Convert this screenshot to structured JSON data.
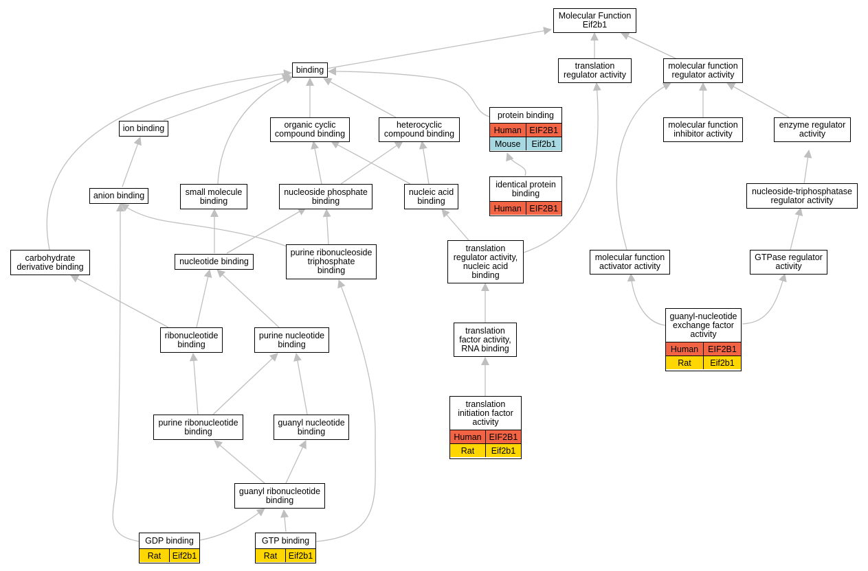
{
  "colors": {
    "edge": "#bfbfbf",
    "Human": "#f26444",
    "Mouse": "#a6d9e2",
    "Rat": "#ffd700"
  },
  "nodes": {
    "molecular_function": {
      "title": "Molecular Function\nEif2b1"
    },
    "binding": {
      "title": "binding"
    },
    "translation_regulator_activity": {
      "title": "translation\nregulator activity"
    },
    "mf_regulator_activity": {
      "title": "molecular function\nregulator activity"
    },
    "protein_binding": {
      "title": "protein binding",
      "rows": [
        {
          "species": "Human",
          "gene": "EIF2B1"
        },
        {
          "species": "Mouse",
          "gene": "Eif2b1"
        }
      ]
    },
    "ion_binding": {
      "title": "ion binding"
    },
    "organic_cyclic": {
      "title": "organic cyclic\ncompound binding"
    },
    "heterocyclic": {
      "title": "heterocyclic\ncompound binding"
    },
    "mf_inhibitor": {
      "title": "molecular function\ninhibitor activity"
    },
    "enzyme_regulator": {
      "title": "enzyme regulator\nactivity"
    },
    "identical_protein_binding": {
      "title": "identical protein\nbinding",
      "rows": [
        {
          "species": "Human",
          "gene": "EIF2B1"
        }
      ]
    },
    "anion_binding": {
      "title": "anion binding"
    },
    "small_molecule": {
      "title": "small molecule\nbinding"
    },
    "nucleoside_phosphate": {
      "title": "nucleoside phosphate\nbinding"
    },
    "nucleic_acid": {
      "title": "nucleic acid\nbinding"
    },
    "ntp_regulator": {
      "title": "nucleoside-triphosphatase\nregulator activity"
    },
    "carbohydrate": {
      "title": "carbohydrate\nderivative binding"
    },
    "nucleotide_binding": {
      "title": "nucleotide binding"
    },
    "purine_ribonucleoside_tp": {
      "title": "purine ribonucleoside\ntriphosphate\nbinding"
    },
    "translation_reg_nucleic": {
      "title": "translation\nregulator activity,\nnucleic acid\nbinding"
    },
    "mf_activator": {
      "title": "molecular function\nactivator activity"
    },
    "gtpase_regulator": {
      "title": "GTPase regulator\nactivity"
    },
    "gnef": {
      "title": "guanyl-nucleotide\nexchange factor\nactivity",
      "rows": [
        {
          "species": "Human",
          "gene": "EIF2B1"
        },
        {
          "species": "Rat",
          "gene": "Eif2b1"
        }
      ]
    },
    "ribonucleotide": {
      "title": "ribonucleotide\nbinding"
    },
    "purine_nucleotide": {
      "title": "purine nucleotide\nbinding"
    },
    "translation_factor_rna": {
      "title": "translation\nfactor activity,\nRNA binding"
    },
    "purine_ribonucleotide": {
      "title": "purine ribonucleotide\nbinding"
    },
    "guanyl_nucleotide": {
      "title": "guanyl nucleotide\nbinding"
    },
    "translation_initiation": {
      "title": "translation\ninitiation factor\nactivity",
      "rows": [
        {
          "species": "Human",
          "gene": "EIF2B1"
        },
        {
          "species": "Rat",
          "gene": "Eif2b1"
        }
      ]
    },
    "guanyl_ribonucleotide": {
      "title": "guanyl ribonucleotide\nbinding"
    },
    "gdp_binding": {
      "title": "GDP binding",
      "rows": [
        {
          "species": "Rat",
          "gene": "Eif2b1"
        }
      ]
    },
    "gtp_binding": {
      "title": "GTP binding",
      "rows": [
        {
          "species": "Rat",
          "gene": "Eif2b1"
        }
      ]
    }
  }
}
